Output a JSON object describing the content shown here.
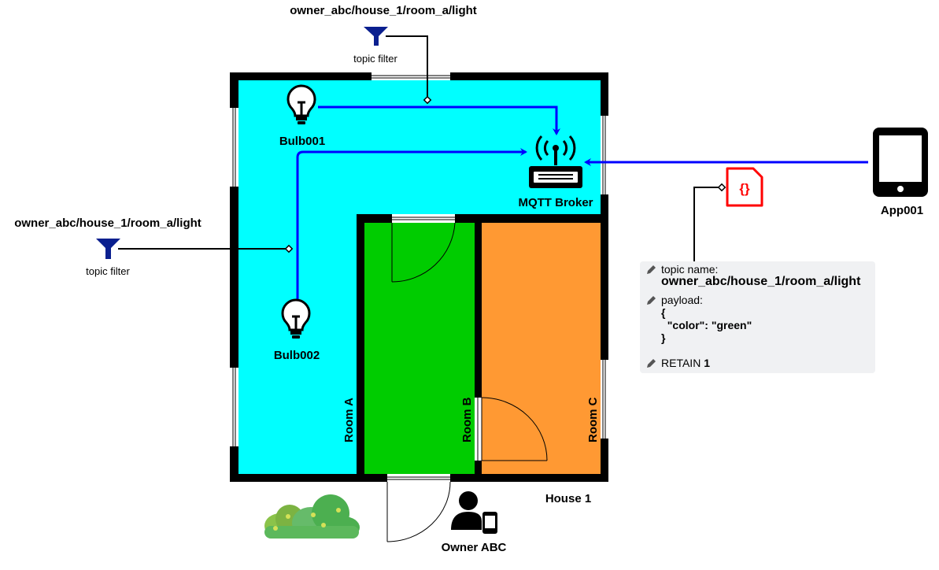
{
  "labels": {
    "top_filter_topic": "owner_abc/house_1/room_a/light",
    "top_filter_caption": "topic filter",
    "left_filter_topic": "owner_abc/house_1/room_a/light",
    "left_filter_caption": "topic filter",
    "bulb1": "Bulb001",
    "bulb2": "Bulb002",
    "broker": "MQTT Broker",
    "app": "App001",
    "room_a": "Room A",
    "room_b": "Room B",
    "room_c": "Room C",
    "house": "House 1",
    "owner": "Owner ABC"
  },
  "message": {
    "topic_label": "topic name:",
    "topic_value": "owner_abc/house_1/room_a/light",
    "payload_label": "payload:",
    "payload_lines": [
      "{",
      "  \"color\": \"green\"",
      "}"
    ],
    "retain_label": "RETAIN",
    "retain_value": "1"
  },
  "colors": {
    "room_a": "#00ffff",
    "room_b": "#00cc00",
    "room_c": "#ff9933",
    "flow": "#0000ff",
    "filter_icon": "#0a1f8f",
    "json_icon": "#ff0000",
    "bush": "#5cb85c",
    "card_bg": "#f0f1f3"
  },
  "icons": [
    "lightbulb-icon",
    "router-icon",
    "tablet-icon",
    "funnel-icon",
    "json-file-icon",
    "person-icon",
    "phone-icon",
    "bush-icon",
    "pencil-icon",
    "door-icon"
  ]
}
